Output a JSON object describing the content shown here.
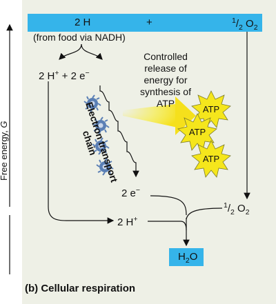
{
  "axis": {
    "label_prefix": "Free energy, ",
    "label_symbol": "G"
  },
  "top_bar": {
    "left": "2 H",
    "plus": "+",
    "right_num": "1",
    "right_den": "2",
    "right_species": "O",
    "right_sub": "2"
  },
  "food_source": "(from food via NADH)",
  "split": {
    "proton": "2 H",
    "proton_sup": "+",
    "plus": "+",
    "electron": "2 e",
    "electron_sup": "−"
  },
  "release_note": [
    "Controlled",
    "release of",
    "energy for",
    "synthesis of",
    "ATP"
  ],
  "etc_label": [
    "Electron transport",
    "chain"
  ],
  "atp_label": "ATP",
  "bottom": {
    "electron": "2 e",
    "electron_sup": "−",
    "proton": "2 H",
    "proton_sup": "+",
    "oxygen_num": "1",
    "oxygen_den": "2",
    "oxygen_species": "O",
    "oxygen_sub": "2"
  },
  "product": {
    "species": "H",
    "sub": "2",
    "tail": "O"
  },
  "caption": {
    "letter": "(b)",
    "title": "Cellular respiration"
  },
  "colors": {
    "accent_blue": "#35b4ea",
    "panel": "#eef0e6",
    "atp_star": "#f5e61c",
    "glow": "#f7ec3a",
    "carrier": "#5a7fb5"
  }
}
